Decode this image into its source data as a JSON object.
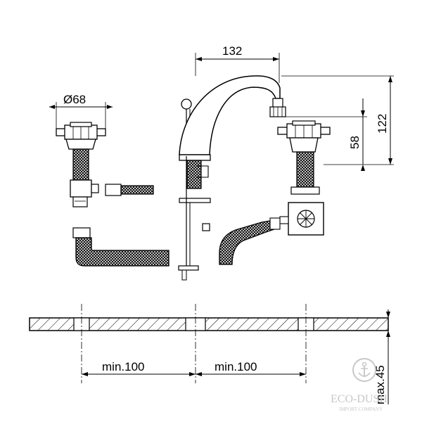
{
  "dimensions": {
    "spout_reach": "132",
    "handle_diameter": "Ø68",
    "total_height": "122",
    "spout_height": "58",
    "spacing_left": "min.100",
    "spacing_right": "min.100",
    "deck_thickness": "max.45"
  },
  "watermark": {
    "brand": "ECO-DUSH",
    "tagline": "IMPORT COMPANY",
    "icon": "anchor-icon"
  },
  "colors": {
    "line": "#000000",
    "watermark": "#c8c8c8",
    "background": "#ffffff"
  }
}
